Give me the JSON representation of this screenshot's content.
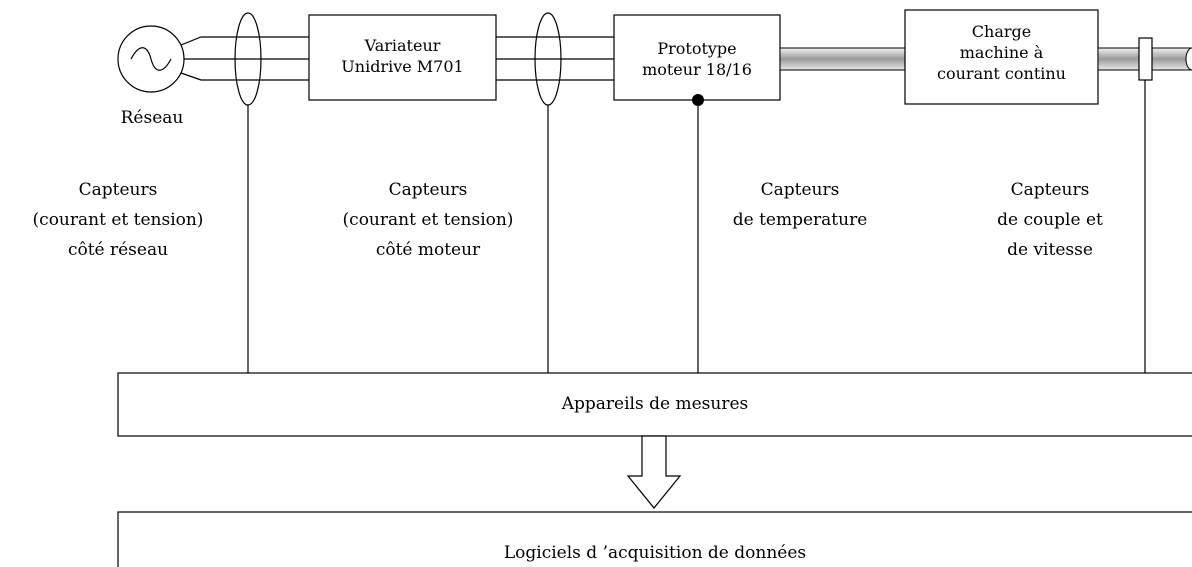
{
  "source": {
    "label": "Réseau"
  },
  "variateur": {
    "line1": "Variateur",
    "line2": "Unidrive M701"
  },
  "prototype": {
    "line1": "Prototype",
    "line2": "moteur 18/16"
  },
  "charge": {
    "line1": "Charge",
    "line2": "machine à",
    "line3": "courant continu"
  },
  "sensors": {
    "reseau": {
      "line1": "Capteurs",
      "line2": "(courant et tension)",
      "line3": "côté réseau"
    },
    "moteur": {
      "line1": "Capteurs",
      "line2": "(courant et tension)",
      "line3": "côté moteur"
    },
    "temperature": {
      "line1": "Capteurs",
      "line2": "de temperature"
    },
    "couple": {
      "line1": "Capteurs",
      "line2": "de couple et",
      "line3": "de vitesse"
    }
  },
  "appareils": {
    "label": "Appareils de mesures"
  },
  "logiciels": {
    "label": "Logiciels d ’acquisition de données"
  },
  "colors": {
    "stroke": "#000000",
    "shaft": "#c0c0c0"
  }
}
